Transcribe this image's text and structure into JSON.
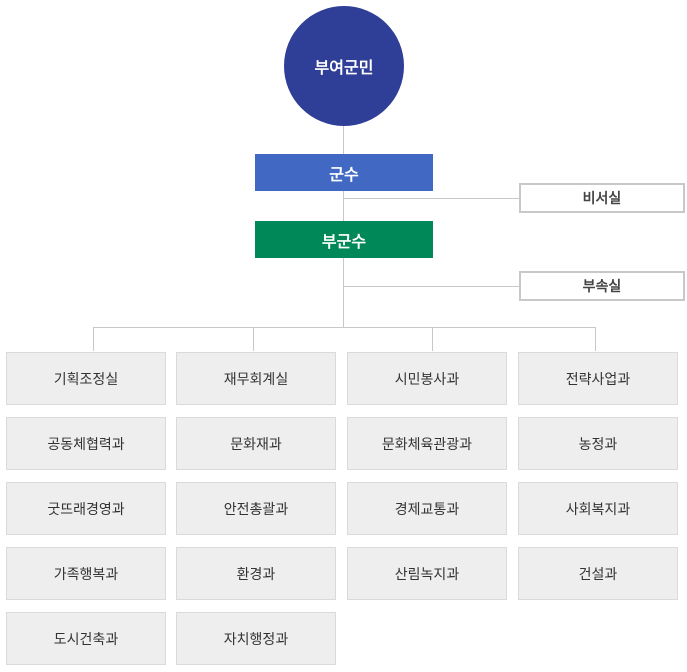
{
  "org": {
    "root": "부여군민",
    "mayor": "군수",
    "vice_mayor": "부군수",
    "secretary_office": "비서실",
    "vice_office": "부속실",
    "departments": [
      [
        "기획조정실",
        "재무회계실",
        "시민봉사과",
        "전략사업과"
      ],
      [
        "공동체협력과",
        "문화재과",
        "문화체육관광과",
        "농정과"
      ],
      [
        "굿뜨래경영과",
        "안전총괄과",
        "경제교통과",
        "사회복지과"
      ],
      [
        "가족행복과",
        "환경과",
        "산림녹지과",
        "건설과"
      ],
      [
        "도시건축과",
        "자치행정과"
      ]
    ]
  },
  "colors": {
    "root": "#2f3e96",
    "mayor": "#4169c3",
    "vice_mayor": "#008859",
    "dept_bg": "#eeeeee",
    "line": "#c8c8c8"
  }
}
